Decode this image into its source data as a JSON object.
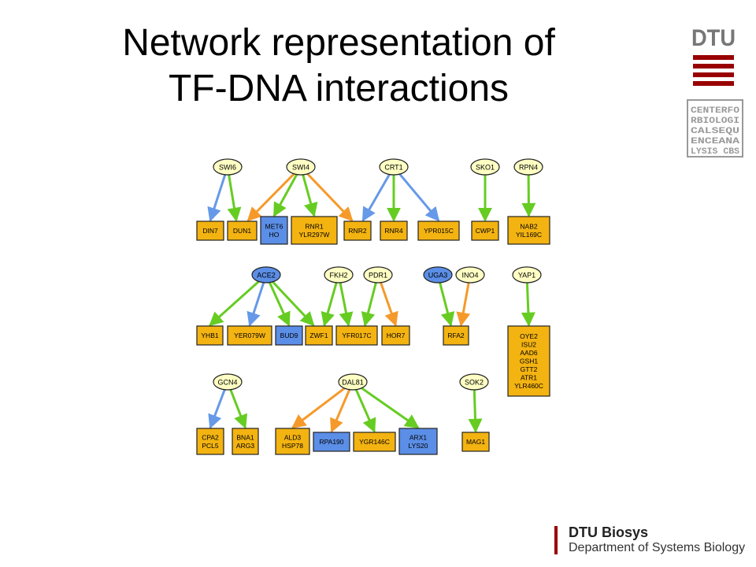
{
  "slide": {
    "title_line1": "Network representation of",
    "title_line2": "TF-DNA interactions"
  },
  "logos": {
    "dtu_text": "DTU",
    "cbs_lines": [
      "CENTERFO",
      "RBIOLOGI",
      "CALSEQU",
      "ENCEANA",
      "LYSIS CBS"
    ]
  },
  "footer": {
    "line1": "DTU Biosys",
    "line2": "Department of Systems Biology"
  },
  "colors": {
    "tf_fill": "#ffffc4",
    "gene_orange": "#f3b311",
    "gene_blue": "#5b8ee6",
    "edge_blue": "#6699e8",
    "edge_green": "#66cc22",
    "edge_orange": "#f59a2a",
    "dtu_red": "#990000"
  },
  "network": {
    "tfs": [
      {
        "id": "SWI6",
        "label": "SWI6",
        "color": "yellow"
      },
      {
        "id": "SWI4",
        "label": "SWI4",
        "color": "yellow"
      },
      {
        "id": "CRT1",
        "label": "CRT1",
        "color": "yellow"
      },
      {
        "id": "SKO1",
        "label": "SKO1",
        "color": "yellow"
      },
      {
        "id": "RPN4",
        "label": "RPN4",
        "color": "yellow"
      },
      {
        "id": "ACE2",
        "label": "ACE2",
        "color": "blue"
      },
      {
        "id": "FKH2",
        "label": "FKH2",
        "color": "yellow"
      },
      {
        "id": "PDR1",
        "label": "PDR1",
        "color": "yellow"
      },
      {
        "id": "UGA3",
        "label": "UGA3",
        "color": "blue"
      },
      {
        "id": "INO4",
        "label": "INO4",
        "color": "yellow"
      },
      {
        "id": "YAP1",
        "label": "YAP1",
        "color": "yellow"
      },
      {
        "id": "GCN4",
        "label": "GCN4",
        "color": "yellow"
      },
      {
        "id": "DAL81",
        "label": "DAL81",
        "color": "yellow"
      },
      {
        "id": "SOK2",
        "label": "SOK2",
        "color": "yellow"
      }
    ],
    "genes": [
      {
        "id": "DIN7",
        "lines": [
          "DIN7"
        ],
        "color": "orange"
      },
      {
        "id": "DUN1",
        "lines": [
          "DUN1"
        ],
        "color": "orange"
      },
      {
        "id": "MET6",
        "lines": [
          "MET6",
          "HO"
        ],
        "color": "blue"
      },
      {
        "id": "RNR1",
        "lines": [
          "RNR1",
          "YLR297W"
        ],
        "color": "orange"
      },
      {
        "id": "RNR2",
        "lines": [
          "RNR2"
        ],
        "color": "orange"
      },
      {
        "id": "RNR4",
        "lines": [
          "RNR4"
        ],
        "color": "orange"
      },
      {
        "id": "YPR015C",
        "lines": [
          "YPR015C"
        ],
        "color": "orange"
      },
      {
        "id": "CWP1",
        "lines": [
          "CWP1"
        ],
        "color": "orange"
      },
      {
        "id": "NAB2",
        "lines": [
          "NAB2",
          "YIL169C"
        ],
        "color": "orange"
      },
      {
        "id": "YHB1",
        "lines": [
          "YHB1"
        ],
        "color": "orange"
      },
      {
        "id": "YER079W",
        "lines": [
          "YER079W"
        ],
        "color": "orange"
      },
      {
        "id": "BUD9",
        "lines": [
          "BUD9"
        ],
        "color": "blue"
      },
      {
        "id": "ZWF1",
        "lines": [
          "ZWF1"
        ],
        "color": "orange"
      },
      {
        "id": "YFR017C",
        "lines": [
          "YFR017C"
        ],
        "color": "orange"
      },
      {
        "id": "HOR7",
        "lines": [
          "HOR7"
        ],
        "color": "orange"
      },
      {
        "id": "RFA2",
        "lines": [
          "RFA2"
        ],
        "color": "orange"
      },
      {
        "id": "OYE2",
        "lines": [
          "OYE2",
          "ISU2",
          "AAD6",
          "GSH1",
          "GTT2",
          "ATR1",
          "YLR460C"
        ],
        "color": "orange"
      },
      {
        "id": "CPA2",
        "lines": [
          "CPA2",
          "PCL5"
        ],
        "color": "orange"
      },
      {
        "id": "BNA1",
        "lines": [
          "BNA1",
          "ARG3"
        ],
        "color": "orange"
      },
      {
        "id": "ALD3",
        "lines": [
          "ALD3",
          "HSP78"
        ],
        "color": "orange"
      },
      {
        "id": "RPA190",
        "lines": [
          "RPA190"
        ],
        "color": "blue"
      },
      {
        "id": "YGR146C",
        "lines": [
          "YGR146C"
        ],
        "color": "orange"
      },
      {
        "id": "ARX1",
        "lines": [
          "ARX1",
          "LYS20"
        ],
        "color": "blue"
      },
      {
        "id": "MAG1",
        "lines": [
          "MAG1"
        ],
        "color": "orange"
      }
    ],
    "edges": [
      {
        "from": "SWI6",
        "to": "DIN7",
        "color": "blue"
      },
      {
        "from": "SWI6",
        "to": "DUN1",
        "color": "green"
      },
      {
        "from": "SWI4",
        "to": "DUN1",
        "color": "orange"
      },
      {
        "from": "SWI4",
        "to": "MET6",
        "color": "green"
      },
      {
        "from": "SWI4",
        "to": "RNR1",
        "color": "green"
      },
      {
        "from": "SWI4",
        "to": "RNR2",
        "color": "orange"
      },
      {
        "from": "CRT1",
        "to": "RNR2",
        "color": "blue"
      },
      {
        "from": "CRT1",
        "to": "RNR4",
        "color": "green"
      },
      {
        "from": "CRT1",
        "to": "YPR015C",
        "color": "blue"
      },
      {
        "from": "SKO1",
        "to": "CWP1",
        "color": "green"
      },
      {
        "from": "RPN4",
        "to": "NAB2",
        "color": "green"
      },
      {
        "from": "ACE2",
        "to": "YHB1",
        "color": "green"
      },
      {
        "from": "ACE2",
        "to": "YER079W",
        "color": "blue"
      },
      {
        "from": "ACE2",
        "to": "BUD9",
        "color": "green"
      },
      {
        "from": "ACE2",
        "to": "ZWF1",
        "color": "green"
      },
      {
        "from": "FKH2",
        "to": "ZWF1",
        "color": "green"
      },
      {
        "from": "FKH2",
        "to": "YFR017C",
        "color": "green"
      },
      {
        "from": "PDR1",
        "to": "YFR017C",
        "color": "green"
      },
      {
        "from": "PDR1",
        "to": "HOR7",
        "color": "orange"
      },
      {
        "from": "UGA3",
        "to": "RFA2",
        "color": "green"
      },
      {
        "from": "INO4",
        "to": "RFA2",
        "color": "orange"
      },
      {
        "from": "YAP1",
        "to": "OYE2",
        "color": "green"
      },
      {
        "from": "GCN4",
        "to": "CPA2",
        "color": "blue"
      },
      {
        "from": "GCN4",
        "to": "BNA1",
        "color": "green"
      },
      {
        "from": "DAL81",
        "to": "ALD3",
        "color": "orange"
      },
      {
        "from": "DAL81",
        "to": "RPA190",
        "color": "orange"
      },
      {
        "from": "DAL81",
        "to": "YGR146C",
        "color": "green"
      },
      {
        "from": "DAL81",
        "to": "ARX1",
        "color": "green"
      },
      {
        "from": "SOK2",
        "to": "MAG1",
        "color": "green"
      }
    ]
  }
}
